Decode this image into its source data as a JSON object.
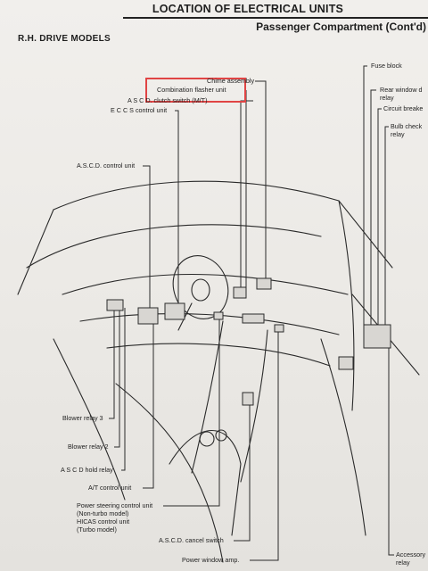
{
  "header": {
    "title": "LOCATION OF ELECTRICAL UNITS",
    "subtitle": "Passenger Compartment (Cont'd)",
    "section": "R.H. DRIVE MODELS"
  },
  "labels": {
    "chime": "Chime assembly",
    "flasher": "Combination flasher unit",
    "ascd_clutch": "A S C D. clutch switch (M/T)",
    "eccs": "E C C S control unit",
    "ascd_control": "A.S.C.D. control unit",
    "blower3": "Blower relay 3",
    "blower2": "Blower relay 2",
    "ascd_hold": "A S C D hold relay",
    "at_control": "A/T control unit",
    "ps_line1": "Power steering control unit",
    "ps_line2": "(Non-turbo model)",
    "ps_line3": "HICAS control unit",
    "ps_line4": "(Turbo model)",
    "ascd_cancel": "A.S.C.D. cancel switch",
    "power_window": "Power window amp.",
    "fuse_block": "Fuse block",
    "rear_window1": "Rear window d",
    "rear_window2": "relay",
    "circuit_breaker": "Circuit breake",
    "bulb_check1": "Bulb check",
    "bulb_check2": "relay",
    "accessory1": "Accessory",
    "accessory2": "relay"
  },
  "colors": {
    "highlight": "#e04444",
    "ink": "#222222"
  }
}
